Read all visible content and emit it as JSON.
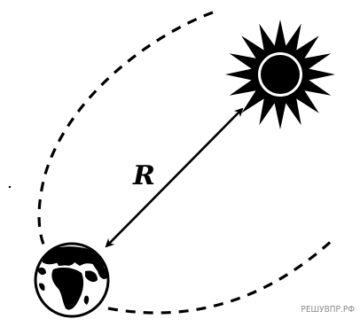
{
  "diagram": {
    "distance_label": "R",
    "watermark": "РЕШУВПР.РФ"
  },
  "colors": {
    "ink": "#000000",
    "background": "#ffffff",
    "watermark": "#8a8a8a"
  },
  "icons": {
    "sun": "sun-icon",
    "earth": "earth-icon",
    "arrow": "double-headed-arrow"
  }
}
